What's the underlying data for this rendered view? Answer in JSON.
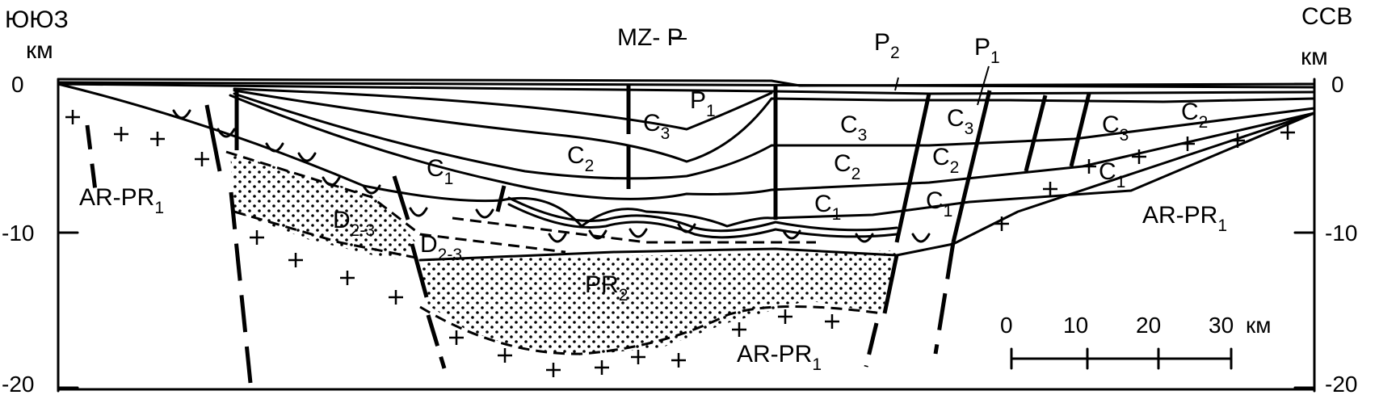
{
  "header": {
    "left_direction": "ЮЮЗ",
    "right_direction": "ССВ",
    "left_unit": "км",
    "right_unit": "км",
    "center_label": "MZ- P"
  },
  "depth_axis": {
    "ticks": [
      "0",
      "-10",
      "-20"
    ]
  },
  "units": [
    {
      "base": "P",
      "sub": "2"
    },
    {
      "base": "P",
      "sub": "1"
    },
    {
      "base": "P",
      "sub": "1"
    },
    {
      "base": "C",
      "sub": "3"
    },
    {
      "base": "C",
      "sub": "3"
    },
    {
      "base": "C",
      "sub": "3"
    },
    {
      "base": "C",
      "sub": "3"
    },
    {
      "base": "C",
      "sub": "2"
    },
    {
      "base": "C",
      "sub": "2"
    },
    {
      "base": "C",
      "sub": "2"
    },
    {
      "base": "C",
      "sub": "2"
    },
    {
      "base": "C",
      "sub": "1"
    },
    {
      "base": "C",
      "sub": "1"
    },
    {
      "base": "C",
      "sub": "1"
    },
    {
      "base": "C",
      "sub": "1"
    },
    {
      "base": "D",
      "sub": "2-3"
    },
    {
      "base": "D",
      "sub": "2-3"
    },
    {
      "base": "PR",
      "sub": "2"
    },
    {
      "base": "AR-PR",
      "sub": "1"
    },
    {
      "base": "AR-PR",
      "sub": "1"
    },
    {
      "base": "AR-PR",
      "sub": "1"
    }
  ],
  "scale_bar": {
    "ticks": [
      "0",
      "10",
      "20",
      "30"
    ],
    "unit": "км"
  }
}
